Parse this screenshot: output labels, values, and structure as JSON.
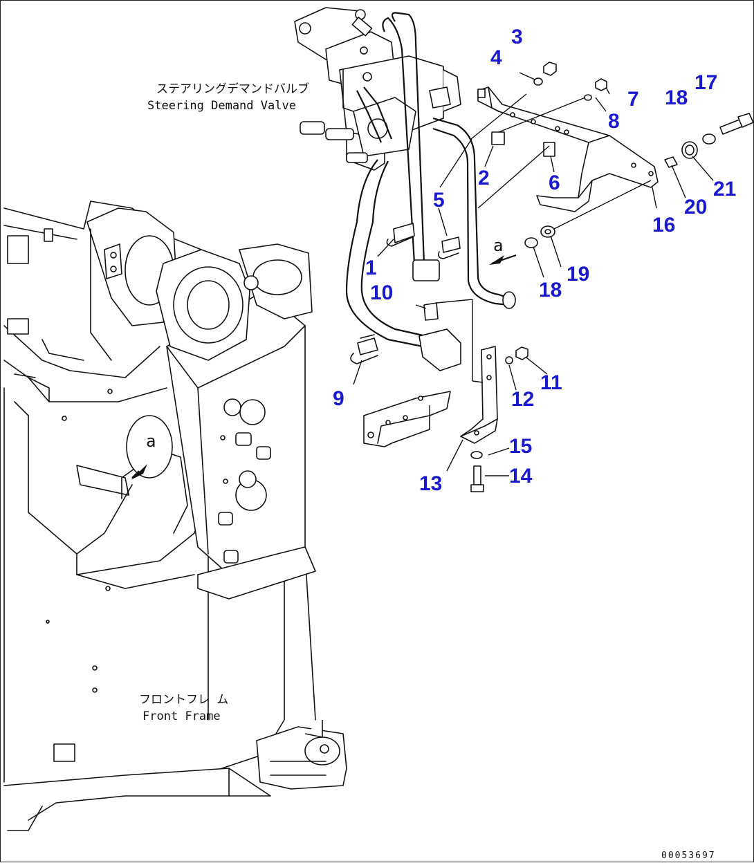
{
  "labels": {
    "valve_jp": "ステアリングデマンドバルブ",
    "valve_en": "Steering Demand Valve",
    "frame_jp": "フロントフレ ム",
    "frame_en": "Front Frame",
    "view_a_1": "a",
    "view_a_2": "a",
    "drawing_code": "00053697"
  },
  "parts": [
    {
      "id": "p3",
      "num": "3"
    },
    {
      "id": "p4",
      "num": "4"
    },
    {
      "id": "p7",
      "num": "7"
    },
    {
      "id": "p8",
      "num": "8"
    },
    {
      "id": "p17",
      "num": "17"
    },
    {
      "id": "p18a",
      "num": "18"
    },
    {
      "id": "p2",
      "num": "2"
    },
    {
      "id": "p6",
      "num": "6"
    },
    {
      "id": "p21",
      "num": "21"
    },
    {
      "id": "p20",
      "num": "20"
    },
    {
      "id": "p16",
      "num": "16"
    },
    {
      "id": "p5",
      "num": "5"
    },
    {
      "id": "p1",
      "num": "1"
    },
    {
      "id": "p19",
      "num": "19"
    },
    {
      "id": "p18b",
      "num": "18"
    },
    {
      "id": "p10",
      "num": "10"
    },
    {
      "id": "p11",
      "num": "11"
    },
    {
      "id": "p12",
      "num": "12"
    },
    {
      "id": "p9",
      "num": "9"
    },
    {
      "id": "p15",
      "num": "15"
    },
    {
      "id": "p14",
      "num": "14"
    },
    {
      "id": "p13",
      "num": "13"
    }
  ]
}
